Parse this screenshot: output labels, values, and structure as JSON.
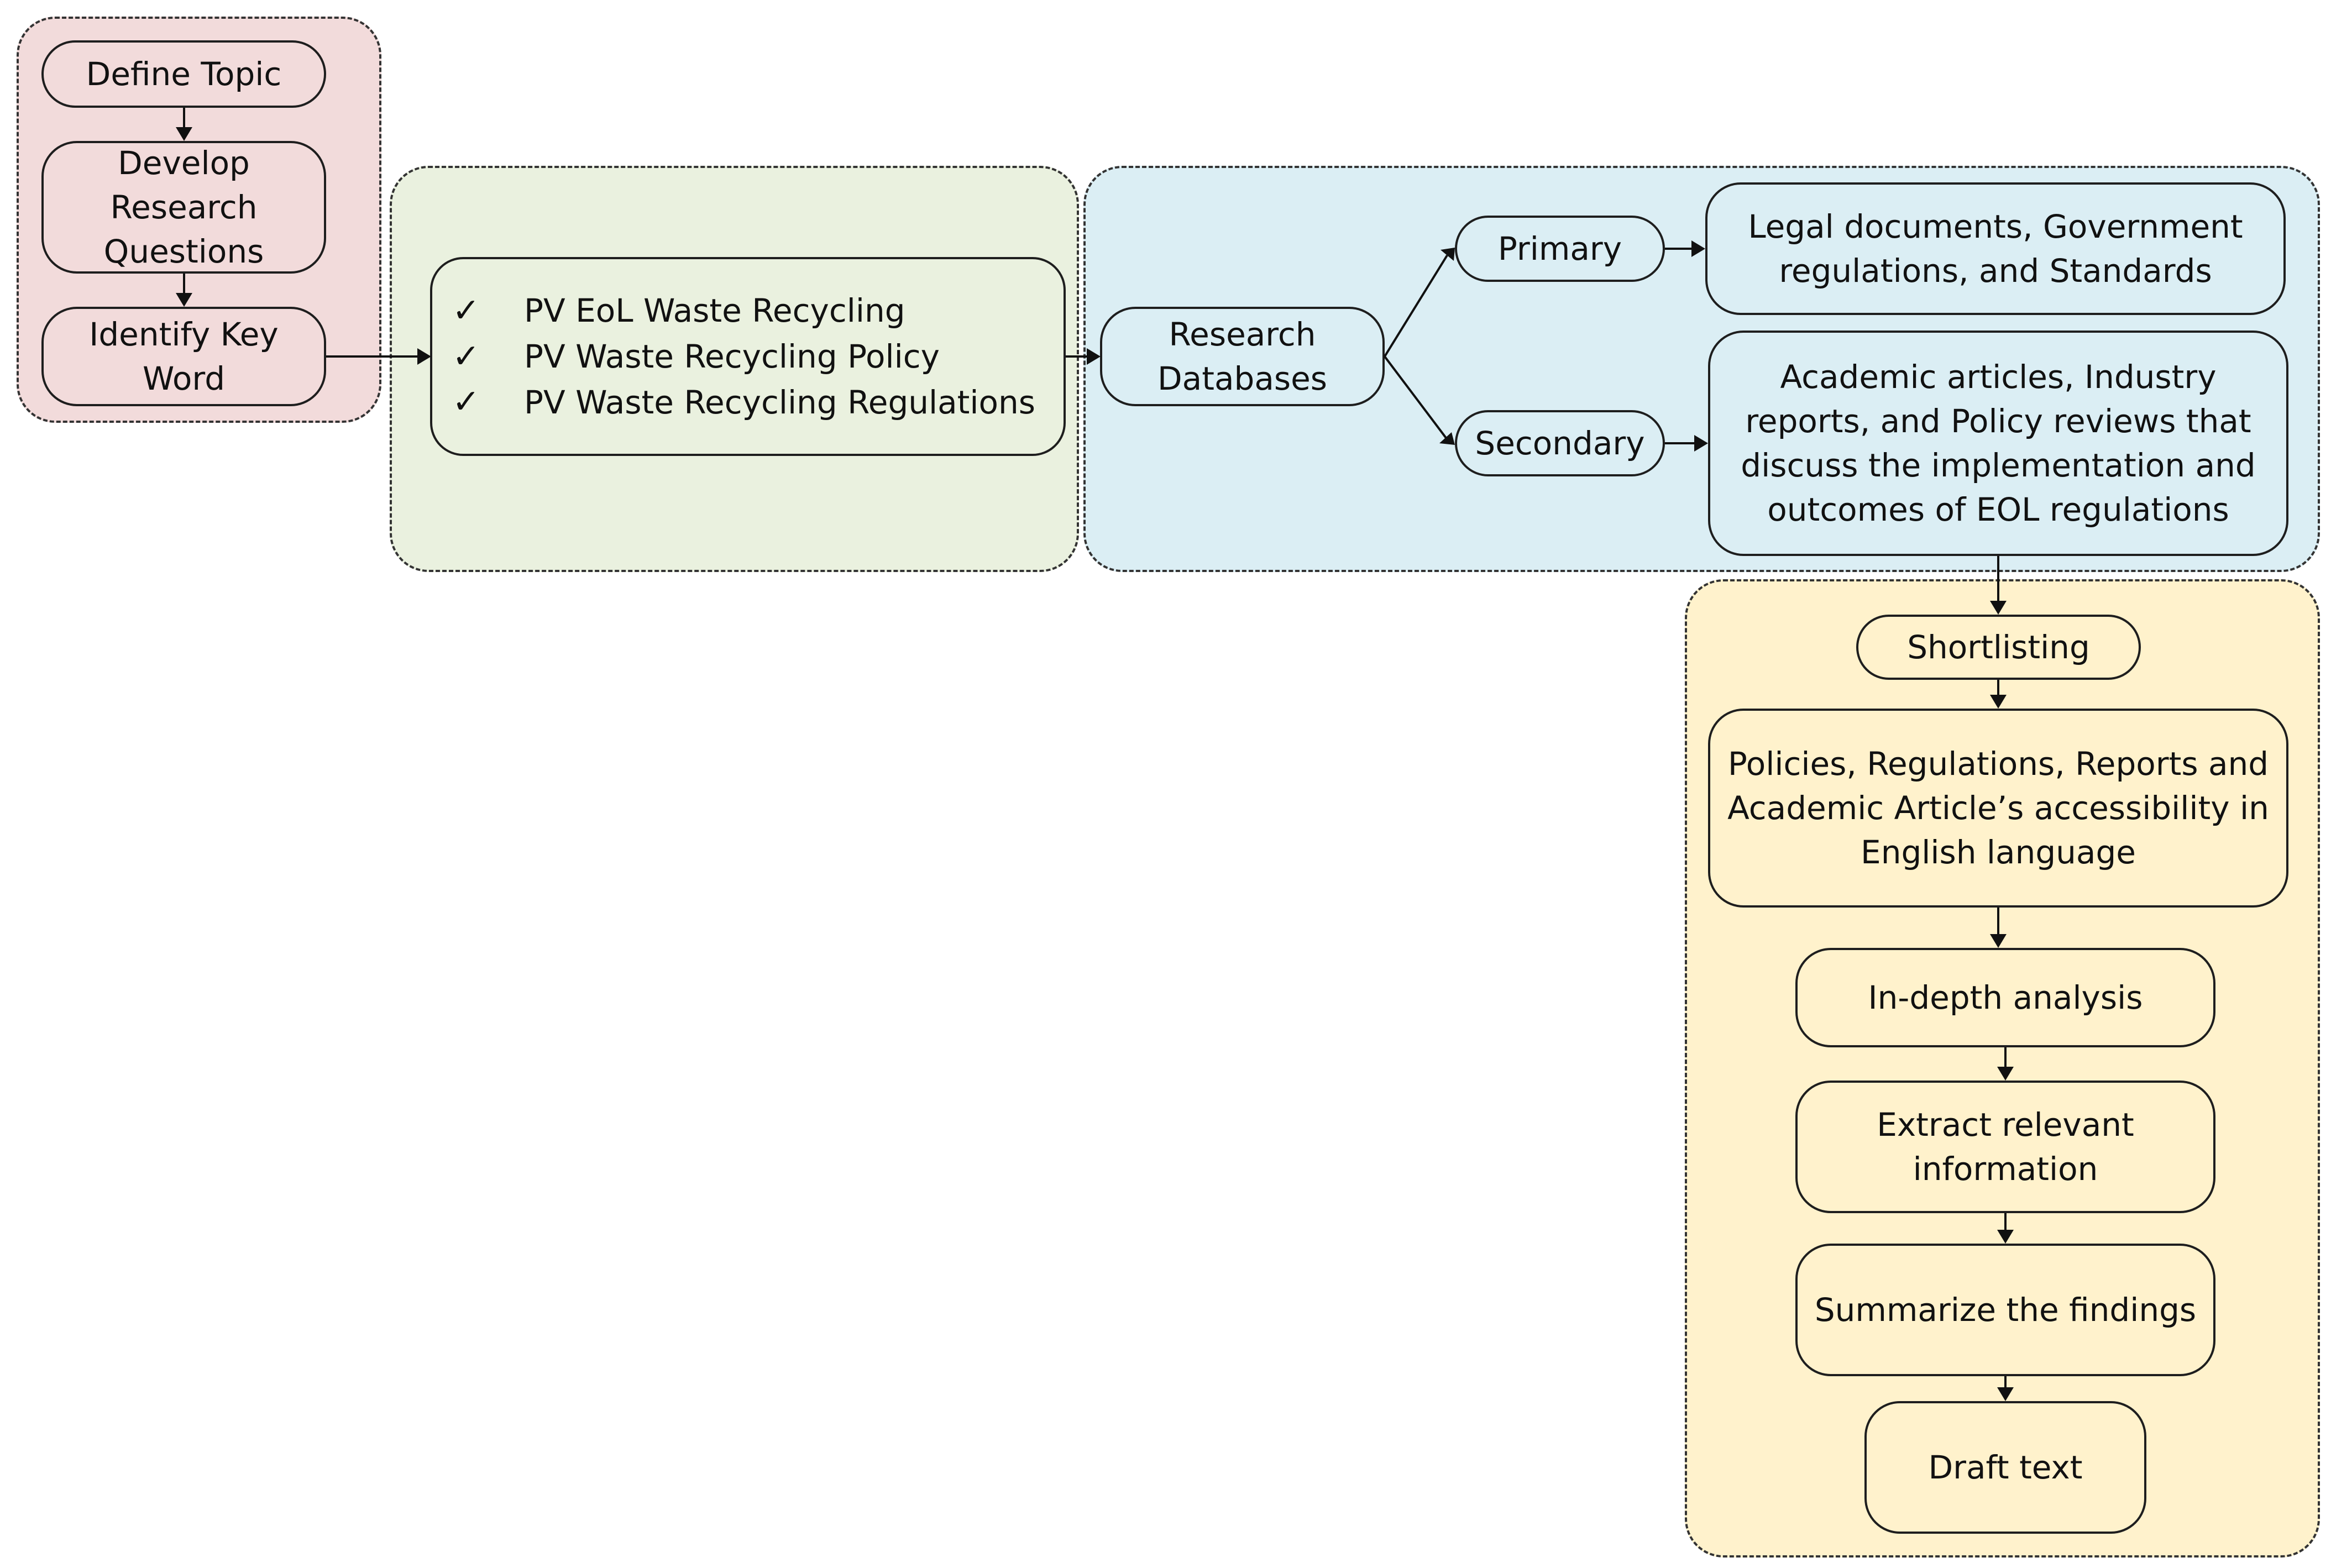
{
  "stage1": {
    "define_topic": "Define Topic",
    "develop_research_questions": "Develop Research Questions",
    "identify_key_word": "Identify Key Word"
  },
  "stage2": {
    "check_mark": "✓",
    "keywords": [
      "PV EoL Waste Recycling",
      "PV Waste Recycling Policy",
      "PV Waste Recycling Regulations"
    ]
  },
  "stage3": {
    "research_databases": "Research Databases",
    "primary": "Primary",
    "secondary": "Secondary",
    "primary_sources": "Legal documents, Government regulations, and Standards",
    "secondary_sources": "Academic articles, Industry reports, and Policy reviews that discuss the implementation and outcomes of EOL regulations"
  },
  "stage4": {
    "shortlisting": "Shortlisting",
    "accessibility": "Policies, Regulations, Reports and Academic Article’s accessibility in English language",
    "in_depth_analysis": "In-depth analysis",
    "extract": "Extract relevant information",
    "summarize": "Summarize the findings",
    "draft": "Draft text"
  },
  "colors": {
    "stage1_fill": "#f2dbdb",
    "stage2_fill": "#eaf1df",
    "stage3_fill": "#dbeef4",
    "stage4_fill": "#fff2cc",
    "stroke": "#1e1e1e"
  }
}
